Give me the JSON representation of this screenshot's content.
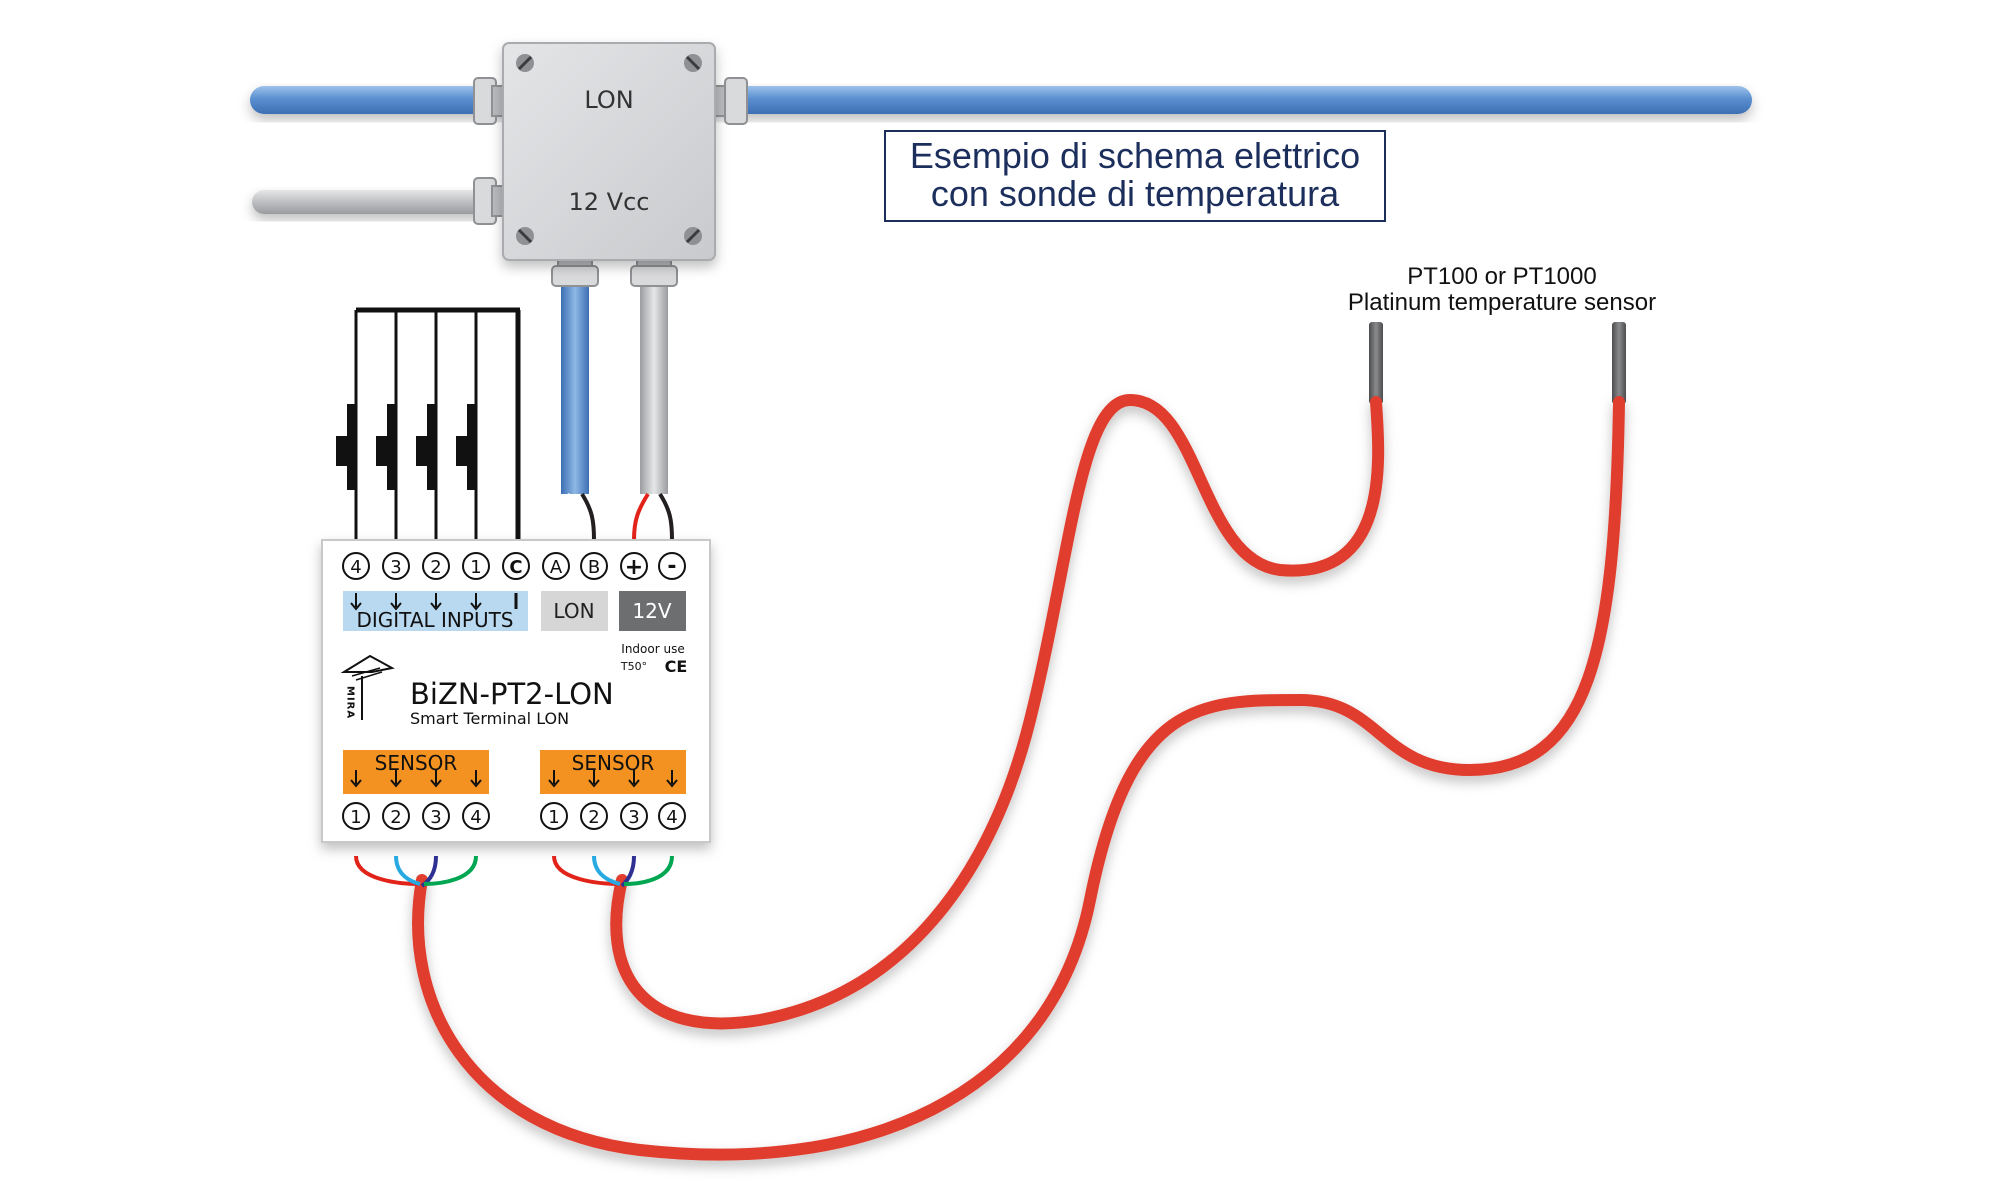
{
  "junction_box": {
    "bus_label": "LON",
    "power_label": "12 Vcc"
  },
  "diagram_title": {
    "line1": "Esempio di schema elettrico",
    "line2": "con sonde di temperatura"
  },
  "sensor_caption": {
    "line1": "PT100 or PT1000",
    "line2": "Platinum temperature sensor"
  },
  "device": {
    "top_terminals": [
      "4",
      "3",
      "2",
      "1",
      "C",
      "A",
      "B",
      "+",
      "-"
    ],
    "digital_inputs_label": "DIGITAL INPUTS",
    "lon_label": "LON",
    "power_label": "12V",
    "indoor_use": "Indoor use",
    "temp_rating": "T50°",
    "ce_mark": "CE",
    "brand": "MIRA",
    "model": "BiZN-PT2-LON",
    "subtitle": "Smart Terminal LON",
    "sensor_label": "SENSOR",
    "sensor_terminals": [
      "1",
      "2",
      "3",
      "4"
    ]
  },
  "colors": {
    "lon_cable": "#5b8fd0",
    "power_cable": "#bdbfc2",
    "sensor_cable": "#e03e2d",
    "digital_inputs_bg": "#b9d9f0",
    "lon_badge": "#d6d6d6",
    "power_badge": "#6d6e70",
    "sensor_badge": "#f39220",
    "title_text": "#1c2f5c"
  }
}
